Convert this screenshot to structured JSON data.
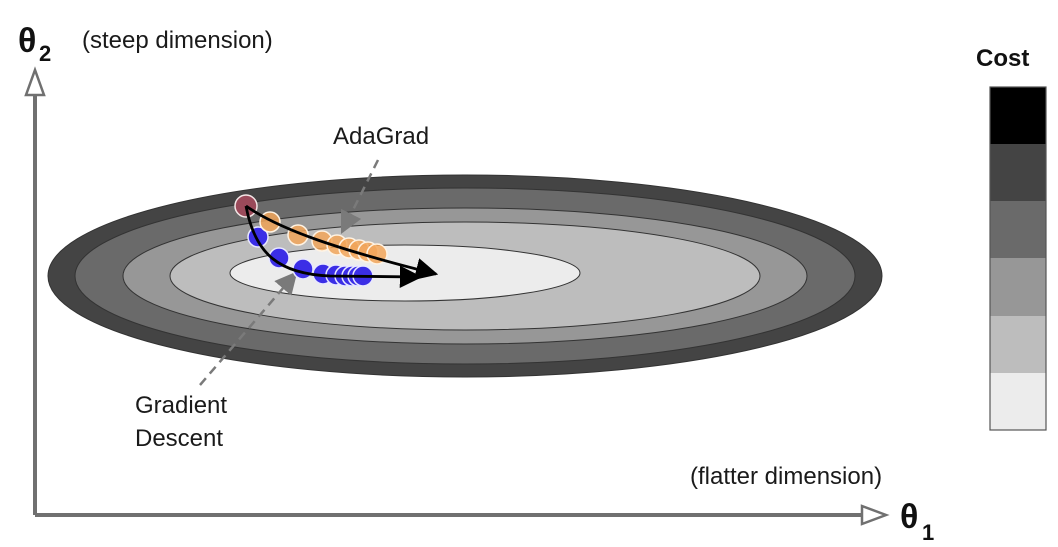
{
  "y_axis": {
    "symbol": "θ",
    "subscript": "2",
    "caption": "(steep dimension)"
  },
  "x_axis": {
    "symbol": "θ",
    "subscript": "1",
    "caption": "(flatter dimension)"
  },
  "annotations": {
    "adagrad": "AdaGrad",
    "gradient_descent_line1": "Gradient",
    "gradient_descent_line2": "Descent"
  },
  "colorbar": {
    "title": "Cost",
    "levels": [
      "#000000",
      "#444444",
      "#6a6a6a",
      "#979797",
      "#bdbdbd",
      "#ececec"
    ]
  },
  "contour_fills": [
    "#444444",
    "#6a6a6a",
    "#979797",
    "#bdbdbd",
    "#ececec"
  ],
  "colors": {
    "axis": "#707070",
    "start_point": "#9a4a5a",
    "adagrad_points": "#f2a65a",
    "gd_points": "#3b2ee6",
    "path": "#000000",
    "dashed_pointer": "#7a7a7a"
  },
  "series": [
    {
      "name": "AdaGrad",
      "steps": 9
    },
    {
      "name": "Gradient Descent",
      "steps": 10
    }
  ]
}
